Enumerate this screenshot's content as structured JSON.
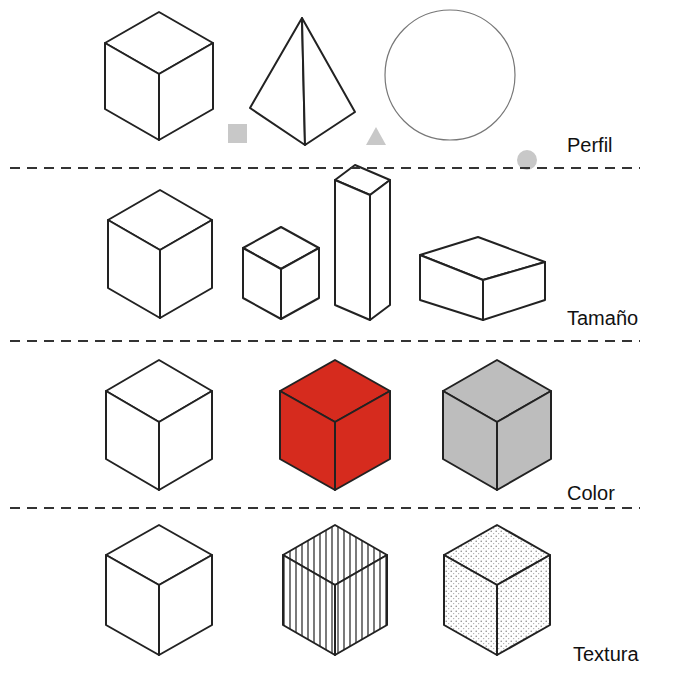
{
  "diagram": {
    "labels": [
      "Perfil",
      "Tamaño",
      "Color",
      "Textura"
    ]
  }
}
